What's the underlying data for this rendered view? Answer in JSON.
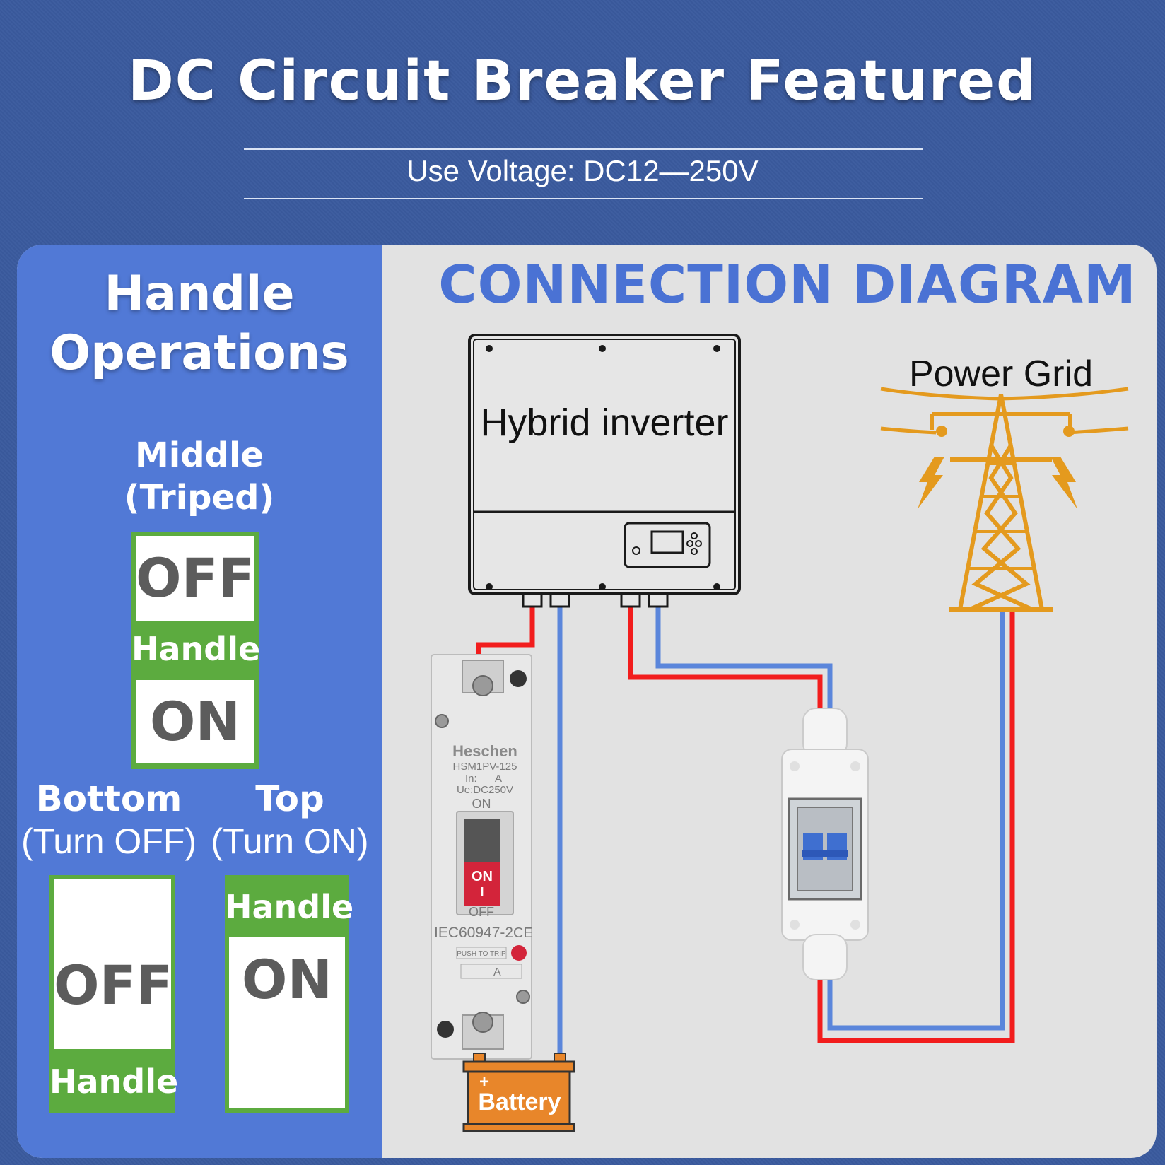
{
  "header": {
    "title": "DC Circuit Breaker Featured",
    "subtitle": "Use Voltage: DC12—250V"
  },
  "handle_operations": {
    "title_line1": "Handle",
    "title_line2": "Operations",
    "middle": {
      "label_line1": "Middle",
      "label_line2": "(Triped)",
      "off": "OFF",
      "handle": "Handle",
      "on": "ON"
    },
    "bottom": {
      "label_line1": "Bottom",
      "label_line2": "(Turn OFF)",
      "off": "OFF",
      "handle": "Handle"
    },
    "top": {
      "label_line1": "Top",
      "label_line2": "(Turn ON)",
      "handle": "Handle",
      "on": "ON"
    }
  },
  "diagram": {
    "title": "CONNECTION DIAGRAM",
    "inverter_label": "Hybrid inverter",
    "grid_label": "Power Grid",
    "battery_label": "Battery",
    "battery_plus": "+",
    "breaker": {
      "brand": "Heschen",
      "model": "HSM1PV-125",
      "in_label": "In:",
      "in_unit": "A",
      "ue": "Ue:DC250V",
      "on_top": "ON",
      "toggle_on": "ON",
      "toggle_i": "I",
      "off_bottom": "OFF",
      "standard": "IEC60947-2",
      "ce": "CE",
      "push_to_trip": "PUSH TO TRIP",
      "rating_unit": "A"
    },
    "colors": {
      "positive": "#f21d1d",
      "negative": "#5b86db",
      "tower": "#e49a1e",
      "battery": "#e8862a"
    }
  }
}
